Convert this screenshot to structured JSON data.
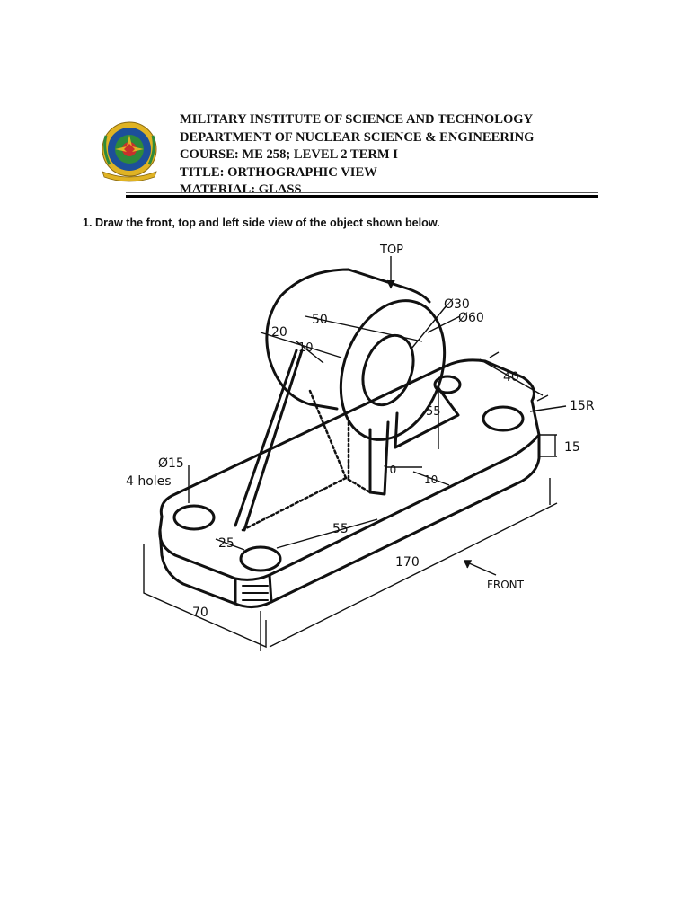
{
  "header": {
    "institute": "MILITARY INSTITUTE OF SCIENCE AND TECHNOLOGY",
    "department": "DEPARTMENT OF NUCLEAR SCIENCE & ENGINEERING",
    "course": "COURSE: ME 258; LEVEL 2 TERM I",
    "title": "TITLE: ORTHOGRAPHIC VIEW",
    "material": "MATERIAL: GLASS"
  },
  "instruction": "1. Draw the front, top and left side view of the object shown below.",
  "drawing": {
    "top_label": "TOP",
    "front_label": "FRONT",
    "dimensions": {
      "bore": "Ø30",
      "boss": "Ø60",
      "boss_length": "50",
      "rib_offset": "20",
      "rib_thickness": "10",
      "slot_width": "40",
      "corner_radius": "15R",
      "base_thickness": "15",
      "hole_dia": "Ø15",
      "hole_count": "4 holes",
      "height": "55",
      "web_a": "10",
      "web_b": "10",
      "hole_offset": "25",
      "rib_length": "55",
      "length": "170",
      "width": "70"
    }
  },
  "colors": {
    "ink": "#111111",
    "logo_blue": "#1d4f9a",
    "logo_gold": "#e0b324",
    "logo_red": "#c8312c",
    "logo_green": "#2f8a3a"
  }
}
